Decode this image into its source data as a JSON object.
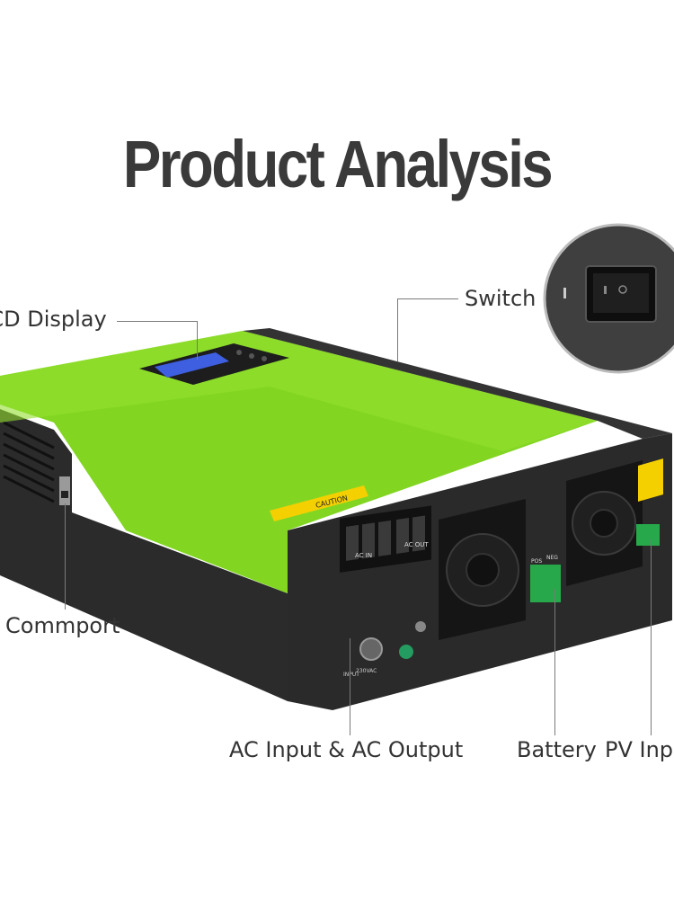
{
  "title": "Product Analysis",
  "labels": {
    "lcd": "LCD Display",
    "switch": "Switch",
    "commport": "Commport",
    "ac": "AC Input & AC Output",
    "battery": "Battery",
    "pv": "PV Input"
  },
  "device_text": {
    "caution": "CAUTION",
    "ac_in": "AC  IN",
    "ac_out": "AC  OUT",
    "input": "INPUT",
    "voltage": "230VAC",
    "pos": "POS",
    "neg": "NEG"
  },
  "colors": {
    "body_green": "#7ed321",
    "chassis": "#2e2e2e",
    "lcd_blue": "#3d5fe0",
    "caution_yellow": "#f5d000"
  }
}
